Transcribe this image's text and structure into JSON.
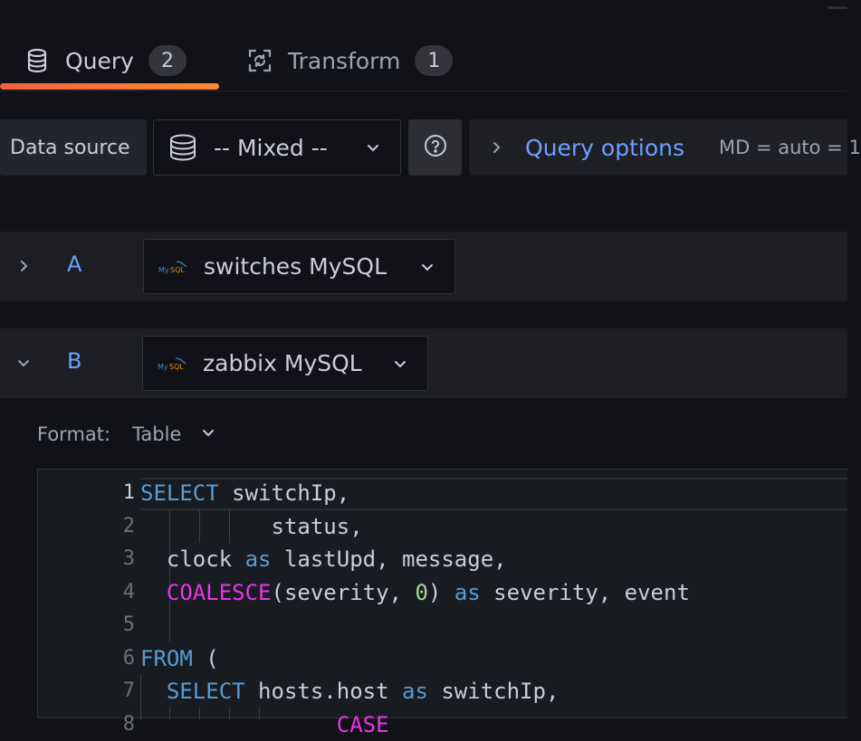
{
  "tabs": [
    {
      "label": "Query",
      "count": "2",
      "icon": "database-icon"
    },
    {
      "label": "Transform",
      "count": "1",
      "icon": "transform-icon"
    }
  ],
  "toolbar": {
    "data_source_label": "Data source",
    "selected_data_source": "-- Mixed --",
    "help_icon": "help-circle-icon",
    "query_options_label": "Query options",
    "query_options_meta": "MD = auto = 1"
  },
  "queries": [
    {
      "ref_id": "A",
      "data_source": "switches MySQL",
      "expanded": false
    },
    {
      "ref_id": "B",
      "data_source": "zabbix MySQL",
      "expanded": true
    }
  ],
  "format": {
    "label": "Format:",
    "value": "Table"
  },
  "editor": {
    "line_numbers": [
      "1",
      "2",
      "3",
      "4",
      "5",
      "6",
      "7",
      "8"
    ],
    "lines": [
      [
        {
          "t": "SELECT",
          "c": "kw"
        },
        {
          "t": " switchIp,",
          "c": ""
        }
      ],
      [
        {
          "t": "          status,",
          "c": ""
        }
      ],
      [
        {
          "t": "  clock ",
          "c": ""
        },
        {
          "t": "as",
          "c": "kw"
        },
        {
          "t": " lastUpd, message,",
          "c": ""
        }
      ],
      [
        {
          "t": "  ",
          "c": ""
        },
        {
          "t": "COALESCE",
          "c": "fn"
        },
        {
          "t": "(severity, ",
          "c": ""
        },
        {
          "t": "0",
          "c": "num"
        },
        {
          "t": ") ",
          "c": ""
        },
        {
          "t": "as",
          "c": "kw"
        },
        {
          "t": " severity, event",
          "c": ""
        }
      ],
      [],
      [
        {
          "t": "FROM",
          "c": "kw"
        },
        {
          "t": " (",
          "c": ""
        }
      ],
      [
        {
          "t": "  ",
          "c": ""
        },
        {
          "t": "SELECT",
          "c": "kw"
        },
        {
          "t": " hosts.host ",
          "c": ""
        },
        {
          "t": "as",
          "c": "kw"
        },
        {
          "t": " switchIp,",
          "c": ""
        }
      ],
      [
        {
          "t": "               ",
          "c": ""
        },
        {
          "t": "CASE",
          "c": "fn"
        }
      ]
    ]
  },
  "colors": {
    "accent": "#6e9fff",
    "tab_underline": "#ff8833",
    "keyword": "#569cd6",
    "function": "#e836e8"
  }
}
